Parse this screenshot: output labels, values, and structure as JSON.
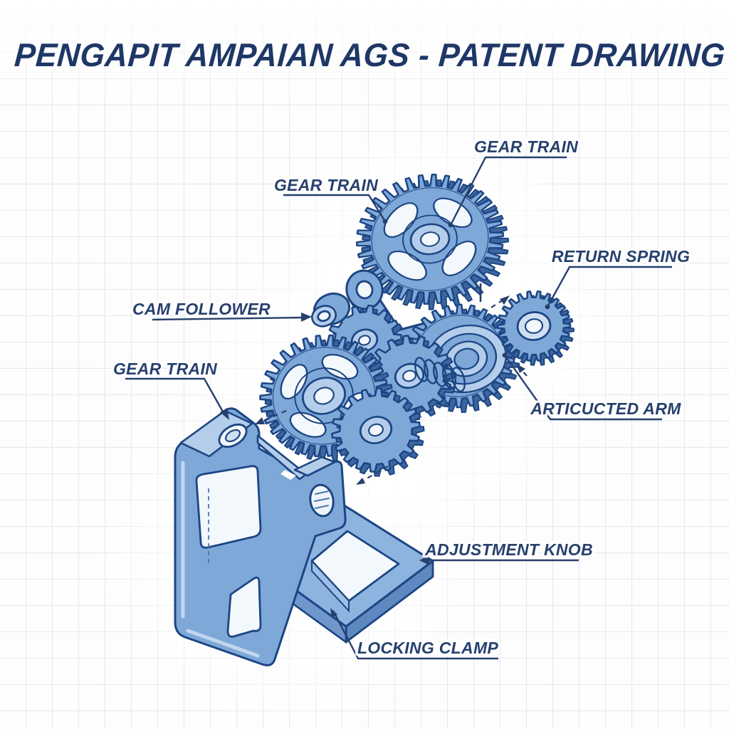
{
  "title": "PENGAPIT AMPAIAN AGS - PATENT DRAWING",
  "drawing": {
    "type": "patent-exploded-diagram",
    "background": "graph-paper-grid",
    "labels": {
      "gear_train_top": "GEAR TRAIN",
      "gear_train_upper_left": "GEAR TRAIN",
      "gear_train_left": "GEAR TRAIN",
      "return_spring": "RETURN SPRING",
      "cam_follower": "CAM FOLLOWER",
      "articulated_arm": "ARTICUCTED ARM",
      "adjustment_knob": "ADJUSTMENT KNOB",
      "locking_clamp": "LOCKING CLAMP"
    },
    "colors": {
      "title_navy": "#1e3766",
      "label_navy": "#27406d",
      "part_outline": "#1c4583",
      "part_fill": "#7ea8d8",
      "part_fill_light": "#b3cdea",
      "part_fill_dark": "#4f7cb6",
      "grid_line": "#e2e7ef",
      "paper": "#fdfdfe"
    }
  }
}
